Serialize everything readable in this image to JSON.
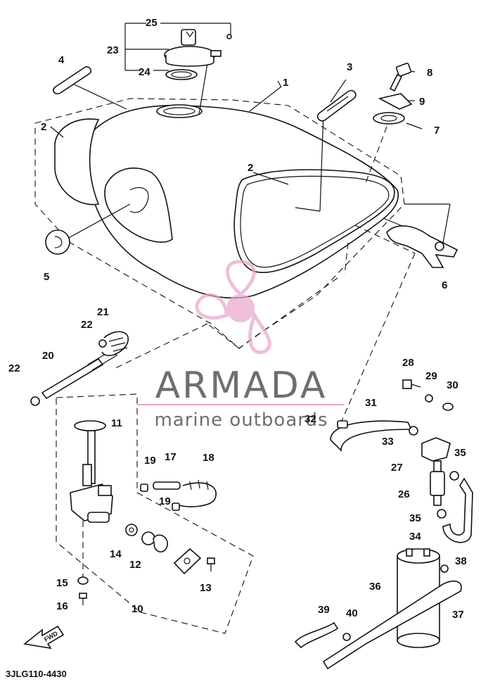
{
  "diagram": {
    "drawing_code": "3JLG110-4430",
    "front_arrow_label": "FWD",
    "callouts": [
      {
        "id": "c1",
        "label": "1"
      },
      {
        "id": "c2a",
        "label": "2"
      },
      {
        "id": "c2b",
        "label": "2"
      },
      {
        "id": "c3",
        "label": "3"
      },
      {
        "id": "c4",
        "label": "4"
      },
      {
        "id": "c5",
        "label": "5"
      },
      {
        "id": "c6",
        "label": "6"
      },
      {
        "id": "c7",
        "label": "7"
      },
      {
        "id": "c8",
        "label": "8"
      },
      {
        "id": "c9",
        "label": "9"
      },
      {
        "id": "c10",
        "label": "10"
      },
      {
        "id": "c11",
        "label": "11"
      },
      {
        "id": "c12",
        "label": "12"
      },
      {
        "id": "c13",
        "label": "13"
      },
      {
        "id": "c14",
        "label": "14"
      },
      {
        "id": "c15",
        "label": "15"
      },
      {
        "id": "c16",
        "label": "16"
      },
      {
        "id": "c17",
        "label": "17"
      },
      {
        "id": "c18",
        "label": "18"
      },
      {
        "id": "c19a",
        "label": "19"
      },
      {
        "id": "c19b",
        "label": "19"
      },
      {
        "id": "c20",
        "label": "20"
      },
      {
        "id": "c21",
        "label": "21"
      },
      {
        "id": "c22a",
        "label": "22"
      },
      {
        "id": "c22b",
        "label": "22"
      },
      {
        "id": "c23",
        "label": "23"
      },
      {
        "id": "c24",
        "label": "24"
      },
      {
        "id": "c25",
        "label": "25"
      },
      {
        "id": "c26",
        "label": "26"
      },
      {
        "id": "c27",
        "label": "27"
      },
      {
        "id": "c28",
        "label": "28"
      },
      {
        "id": "c29",
        "label": "29"
      },
      {
        "id": "c30",
        "label": "30"
      },
      {
        "id": "c31",
        "label": "31"
      },
      {
        "id": "c32",
        "label": "32"
      },
      {
        "id": "c33",
        "label": "33"
      },
      {
        "id": "c34",
        "label": "34"
      },
      {
        "id": "c35a",
        "label": "35"
      },
      {
        "id": "c35b",
        "label": "35"
      },
      {
        "id": "c36",
        "label": "36"
      },
      {
        "id": "c37",
        "label": "37"
      },
      {
        "id": "c38",
        "label": "38"
      },
      {
        "id": "c39",
        "label": "39"
      },
      {
        "id": "c40",
        "label": "40"
      }
    ]
  },
  "watermark": {
    "title": "ARMADA",
    "subtitle": "marine outboards",
    "colors": {
      "logo_pink": "#e8a6c9",
      "text_gray": "#555555",
      "rule_pink": "#e8a6c9"
    }
  }
}
